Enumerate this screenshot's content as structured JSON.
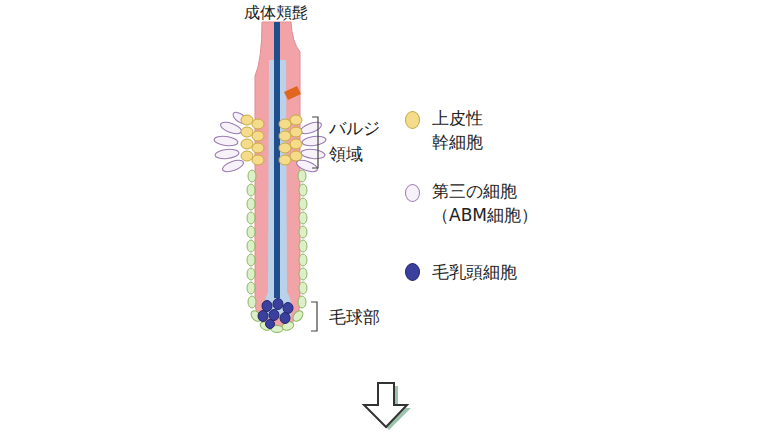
{
  "diagram": {
    "labels": [
      "成体頬髭",
      "バルジ 領域",
      "毛球部"
    ],
    "legend": [
      {
        "text": "上皮性 幹細胞",
        "color": "#f4dc8a"
      },
      {
        "text": "第三の細胞 （ABM細胞）",
        "color": "#f7f2fa"
      },
      {
        "text": "毛乳頭細胞",
        "color": "#3b3f9e"
      }
    ]
  }
}
